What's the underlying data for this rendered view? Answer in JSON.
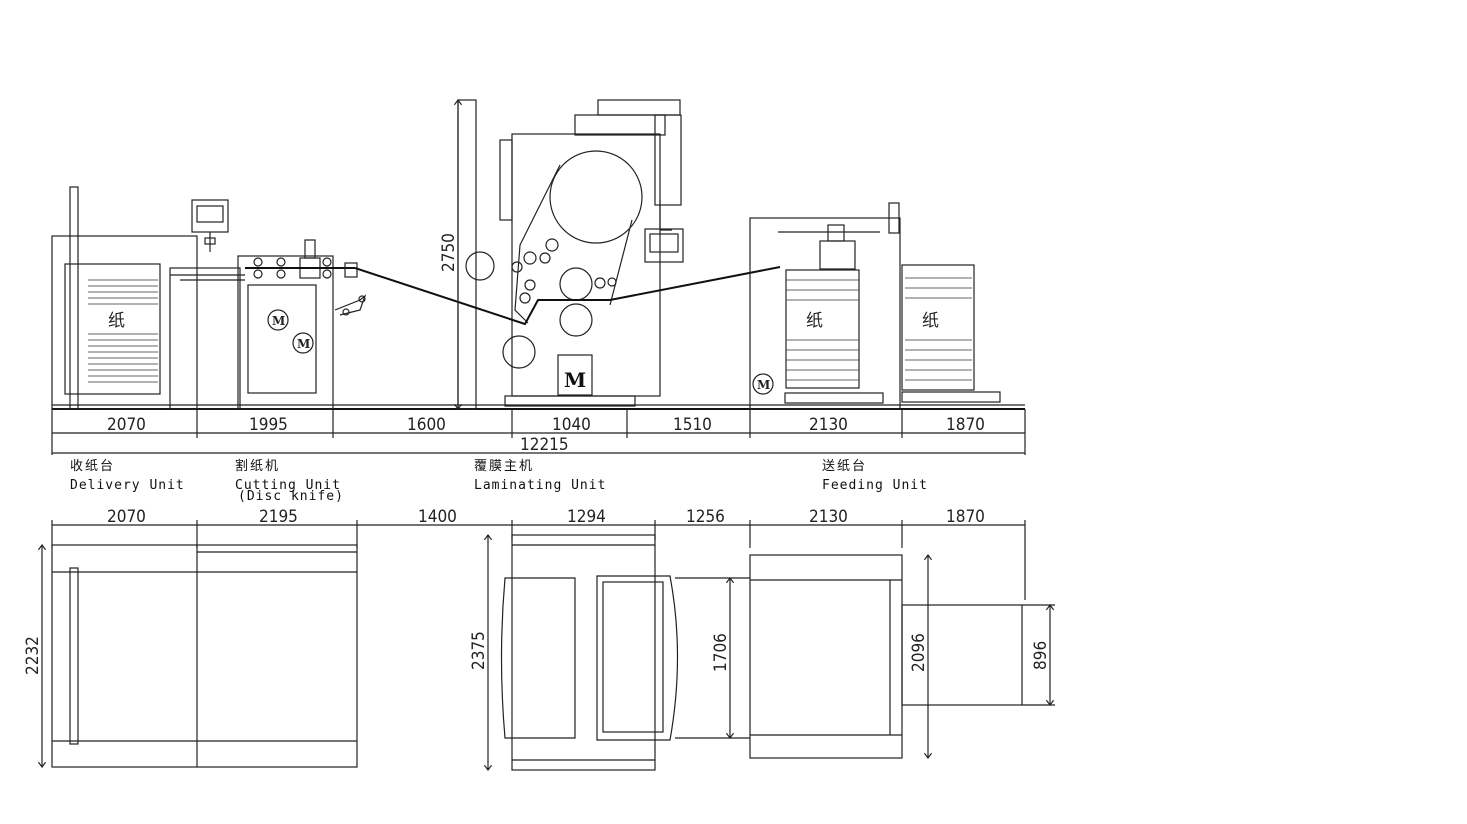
{
  "side_view": {
    "segments": [
      "2070",
      "1995",
      "1600",
      "1040",
      "1510",
      "2130",
      "1870"
    ],
    "total": "12215",
    "height_dim": "2750",
    "paper_label": "纸",
    "motor_label": "M"
  },
  "units": [
    {
      "zh": "收纸台",
      "en": "Delivery Unit",
      "en2": ""
    },
    {
      "zh": "割纸机",
      "en": "Cutting Unit",
      "en2": "(Disc knife)"
    },
    {
      "zh": "覆膜主机",
      "en": "Laminating Unit",
      "en2": ""
    },
    {
      "zh": "送纸台",
      "en": "Feeding Unit",
      "en2": ""
    }
  ],
  "top_view": {
    "segments": [
      "2070",
      "2195",
      "1400",
      "1294",
      "1256",
      "2130",
      "1870"
    ],
    "vertical_dims": [
      "2232",
      "2375",
      "1706",
      "2096",
      "896"
    ]
  }
}
